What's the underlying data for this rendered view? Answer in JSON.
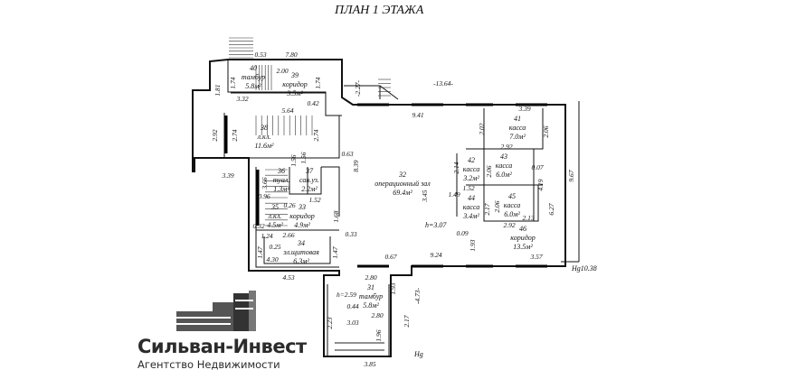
{
  "title": "ПЛАН 1 ЭТАЖА",
  "logo": {
    "name": "Сильван-Инвест",
    "subtitle": "Агентство Недвижимости"
  },
  "rooms": [
    {
      "num": "40",
      "name": "тамбур",
      "area": "5.8м²"
    },
    {
      "num": "39",
      "name": "коридор",
      "area": "3.5м²"
    },
    {
      "num": "38",
      "name": "л.кл.",
      "area": "11.6м²"
    },
    {
      "num": "36",
      "name": "туал.",
      "area": "1.3м²"
    },
    {
      "num": "37",
      "name": "сан.уз.",
      "area": "2.2м²"
    },
    {
      "num": "35",
      "name": "л.кл.",
      "area": "4.5м²"
    },
    {
      "num": "33",
      "name": "коридор",
      "area": "4.9м²"
    },
    {
      "num": "34",
      "name": "эл.щитовая",
      "area": "6.3м²"
    },
    {
      "num": "32",
      "name": "операционный зал",
      "area": "69.4м²"
    },
    {
      "num": "41",
      "name": "касса",
      "area": "7.0м²"
    },
    {
      "num": "42",
      "name": "касса",
      "area": "3.2м²"
    },
    {
      "num": "43",
      "name": "касса",
      "area": "6.0м²"
    },
    {
      "num": "44",
      "name": "касса",
      "area": "3.4м²"
    },
    {
      "num": "45",
      "name": "касса",
      "area": "6.0м²"
    },
    {
      "num": "46",
      "name": "коридор",
      "area": "13.5м²"
    },
    {
      "num": "31",
      "name": "тамбур",
      "area": "5.8м²"
    }
  ],
  "dims": [
    "0.53",
    "7.80",
    "1.81",
    "1.74",
    "2.00",
    "1.74",
    "3.32",
    "0.42",
    "-2.27-",
    "-13.64-",
    "2.92",
    "2.74",
    "5.64",
    "2.74",
    "0.63",
    "3.39",
    "8.39",
    "1.56",
    "0.96",
    "1.52",
    "0.26",
    "0.32",
    "1.68",
    "1.24",
    "2.66",
    "0.33",
    "0.25",
    "1.47",
    "1.47",
    "4.30",
    "4.53",
    "9.41",
    "2.02",
    "3.39",
    "2.06",
    "9.67",
    "2.92",
    "2.14",
    "3.45",
    "2.06",
    "0.07",
    "4.19",
    "1.52",
    "1.49",
    "2.17",
    "2.06",
    "6.27",
    "2.92",
    "2.13",
    "0.09",
    "1.93",
    "0.67",
    "9.24",
    "3.57",
    "2.80",
    "1.93",
    "-4.73-",
    "0.44",
    "2.80",
    "2.23",
    "3.03",
    "1.96",
    "2.17",
    "3.85",
    "3.66",
    "1.56"
  ],
  "notes": {
    "h_hall": "h=3.07",
    "h_vest": "h=2.59",
    "level_right": "Hg10.38",
    "level_bottom": "Hg"
  }
}
